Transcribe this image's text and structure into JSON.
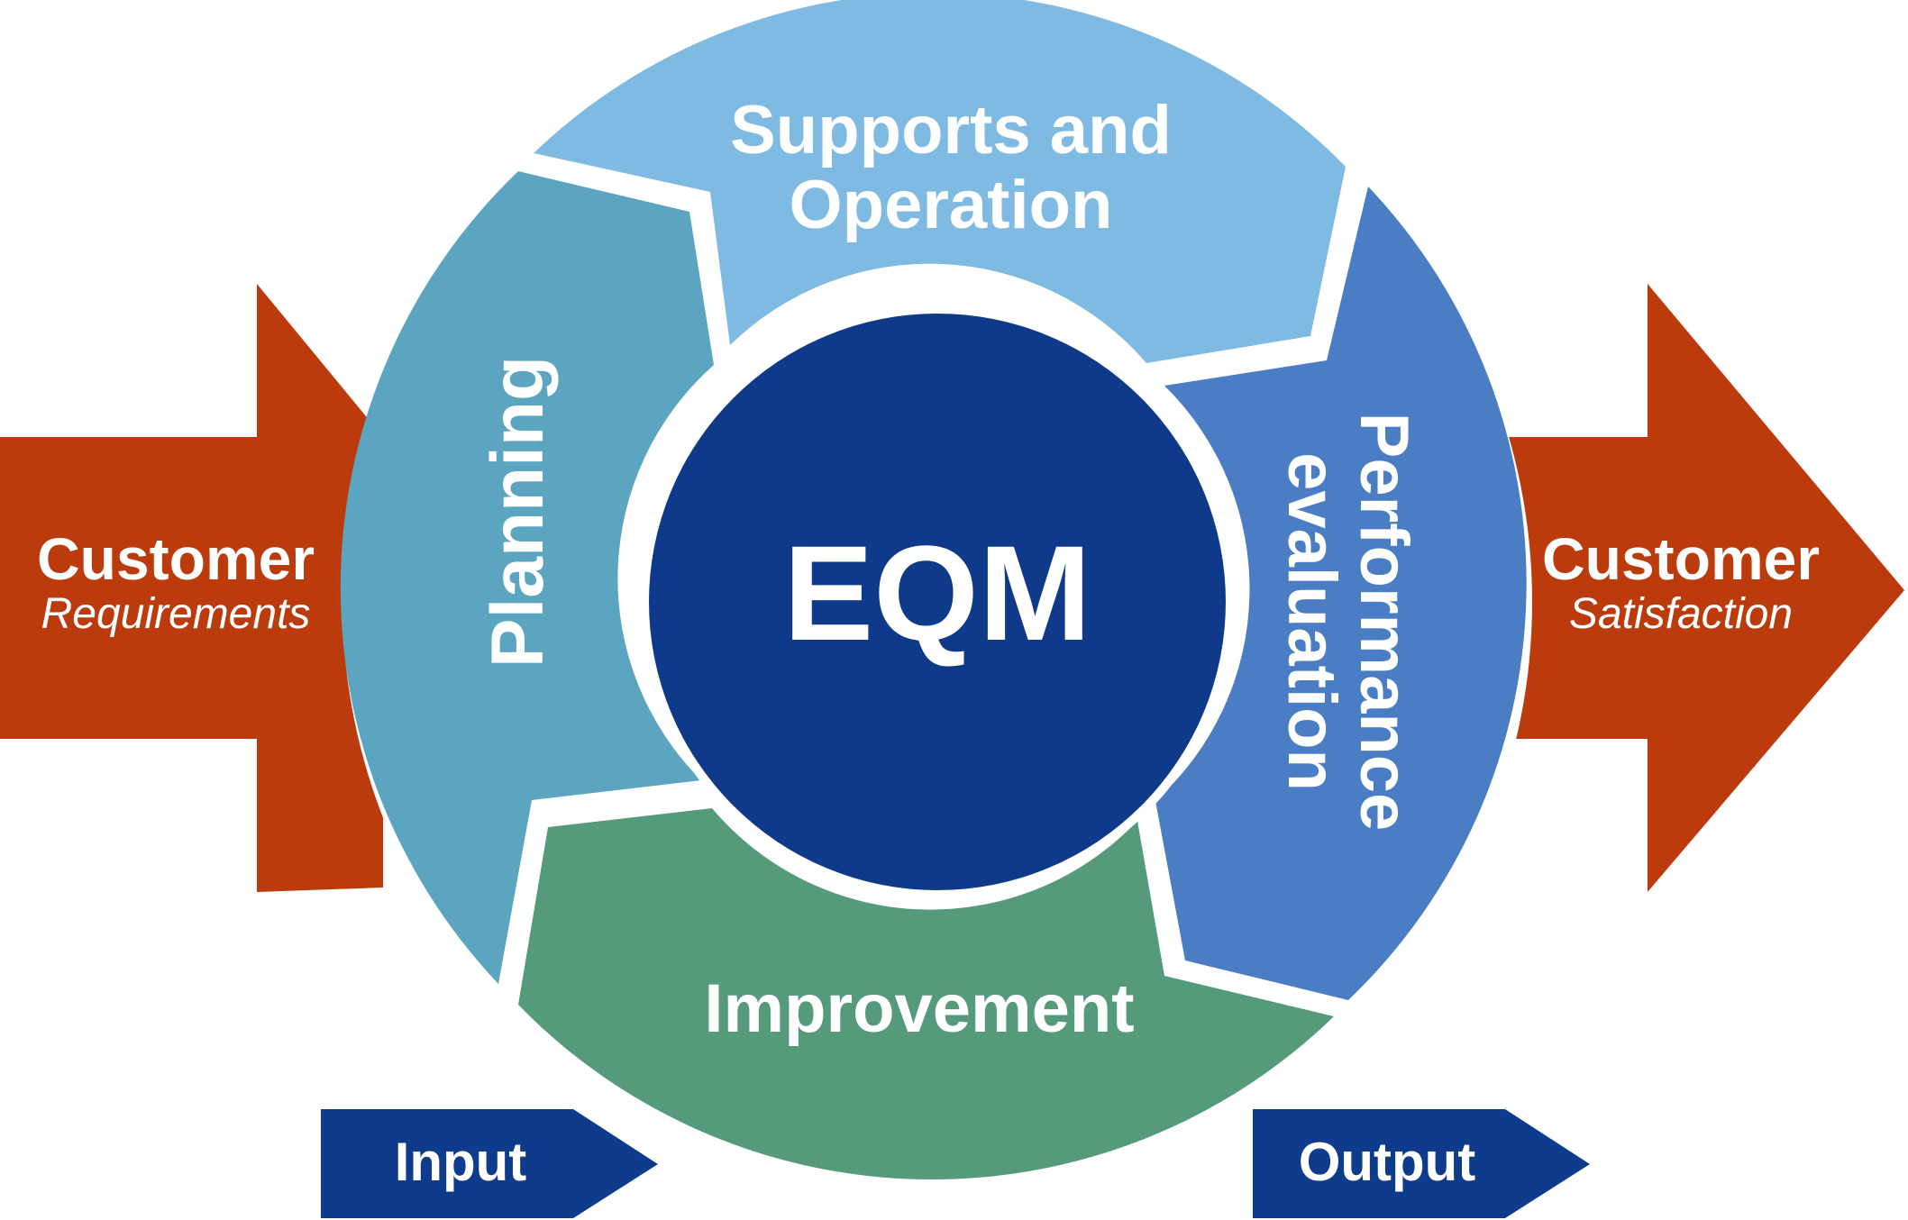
{
  "diagram": {
    "center": {
      "label": "EQM"
    },
    "segments": {
      "supports": {
        "line1": "Supports and",
        "line2": "Operation"
      },
      "planning": {
        "label": "Planning"
      },
      "performance": {
        "line1": "Performance",
        "line2": "evaluation"
      },
      "improvement": {
        "label": "Improvement"
      }
    },
    "left_arrow": {
      "title": "Customer",
      "subtitle": "Requirements"
    },
    "right_arrow": {
      "title": "Customer",
      "subtitle": "Satisfaction"
    },
    "input_tag": {
      "label": "Input"
    },
    "output_tag": {
      "label": "Output"
    }
  },
  "colors": {
    "arrow_red": "#BC3B0C",
    "tag_blue": "#0F3B8C",
    "center_blue": "#0F3A8A",
    "supports": "#7FBAE2",
    "planning": "#5BA5C0",
    "performance": "#4A7DC3",
    "improvement": "#559A7A"
  }
}
